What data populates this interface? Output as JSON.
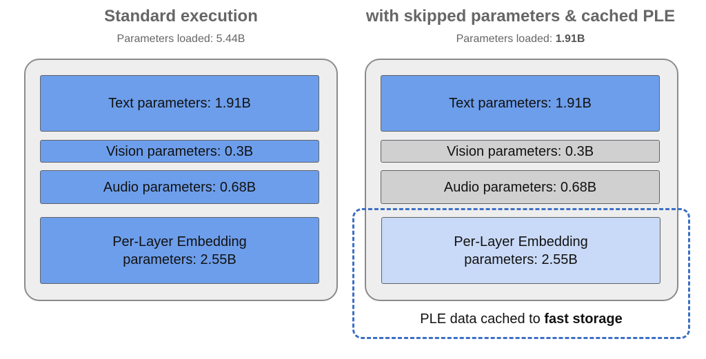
{
  "left": {
    "title": "Standard execution",
    "subtitle_prefix": "Parameters loaded: ",
    "subtitle_value": "5.44B",
    "blocks": {
      "text": "Text parameters: 1.91B",
      "vision": "Vision parameters: 0.3B",
      "audio": "Audio parameters: 0.68B",
      "ple_line1": "Per-Layer Embedding",
      "ple_line2": "parameters: 2.55B"
    }
  },
  "right": {
    "title": "with skipped parameters & cached PLE",
    "subtitle_prefix": "Parameters loaded: ",
    "subtitle_value": "1.91B",
    "blocks": {
      "text": "Text parameters: 1.91B",
      "vision": "Vision parameters: 0.3B",
      "audio": "Audio parameters: 0.68B",
      "ple_line1": "Per-Layer Embedding",
      "ple_line2": "parameters: 2.55B"
    },
    "caption_prefix": "PLE data cached to ",
    "caption_bold": "fast storage"
  },
  "colors": {
    "loaded_block": "#6d9eeb",
    "skipped_block": "#d0d0d0",
    "cached_block": "#c9daf8",
    "dashed_border": "#3c6fc5"
  }
}
